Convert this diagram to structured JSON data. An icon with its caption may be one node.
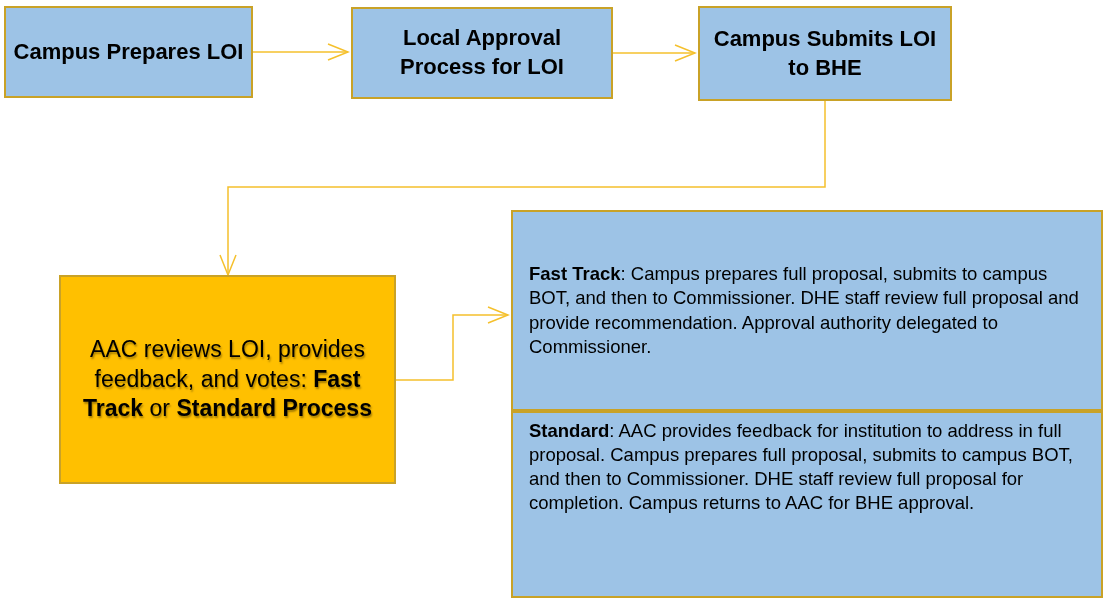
{
  "diagram": {
    "nodes": [
      {
        "text": [
          "Campus Prepares LOI"
        ]
      },
      {
        "text": [
          "Local Approval Process for LOI"
        ]
      },
      {
        "text": [
          "Campus Submits LOI to BHE"
        ]
      },
      {
        "text": [
          "AAC reviews LOI, provides feedback, and votes: **Fast Track** or **Standard Process**"
        ]
      },
      {
        "text": [
          "**Fast Track**: Campus prepares full proposal, submits to campus BOT, and then to Commissioner.  DHE staff review full proposal and provide recommendation. Approval authority delegated to Commissioner."
        ]
      },
      {
        "text": [
          "**Standard**: AAC provides feedback for  institution to address in full proposal. Campus prepares full proposal, submits to campus BOT, and then to Commissioner. DHE staff review full proposal for completion. Campus returns to AAC for BHE approval."
        ]
      }
    ],
    "edges": [
      {
        "from": 0,
        "to": 1,
        "arrow": "to"
      },
      {
        "from": 1,
        "to": 2,
        "arrow": "to"
      },
      {
        "from": 2,
        "to": 3,
        "arrow": "to"
      },
      {
        "from": 3,
        "to": 4,
        "arrow": "to"
      }
    ]
  }
}
